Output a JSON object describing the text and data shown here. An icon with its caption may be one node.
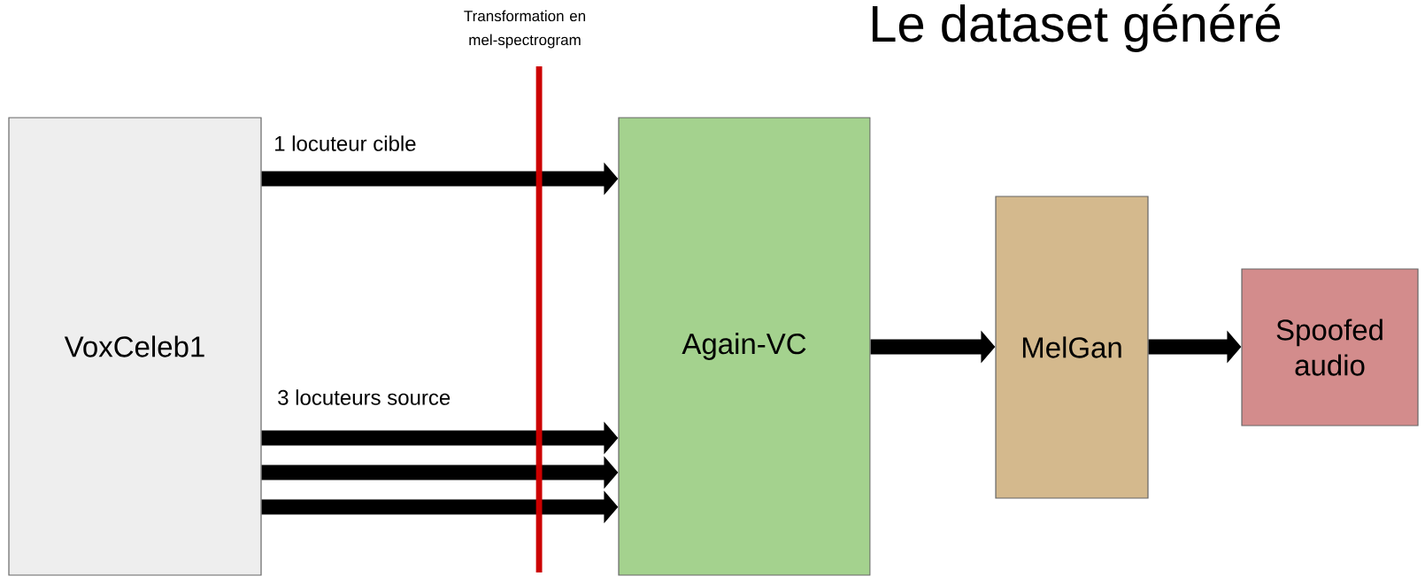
{
  "diagram": {
    "title": "Le dataset généré",
    "nodes": [
      {
        "text": [
          "VoxCeleb1"
        ]
      },
      {
        "text": [
          "Again-VC"
        ]
      },
      {
        "text": [
          "MelGan"
        ]
      },
      {
        "text": [
          "Spoofed audio"
        ]
      }
    ],
    "edges": [
      {
        "from": 0,
        "to": 1,
        "arrow": "to",
        "label": "1 locuteur cible"
      },
      {
        "from": 0,
        "to": 1,
        "arrow": "to",
        "label": "3 locuteurs source"
      },
      {
        "from": 0,
        "to": 1,
        "arrow": "to"
      },
      {
        "from": 0,
        "to": 1,
        "arrow": "to"
      },
      {
        "from": 1,
        "to": 2,
        "arrow": "to"
      },
      {
        "from": 2,
        "to": 3,
        "arrow": "to"
      }
    ],
    "labels": [
      "Transformation en mel-spectrogram"
    ]
  }
}
